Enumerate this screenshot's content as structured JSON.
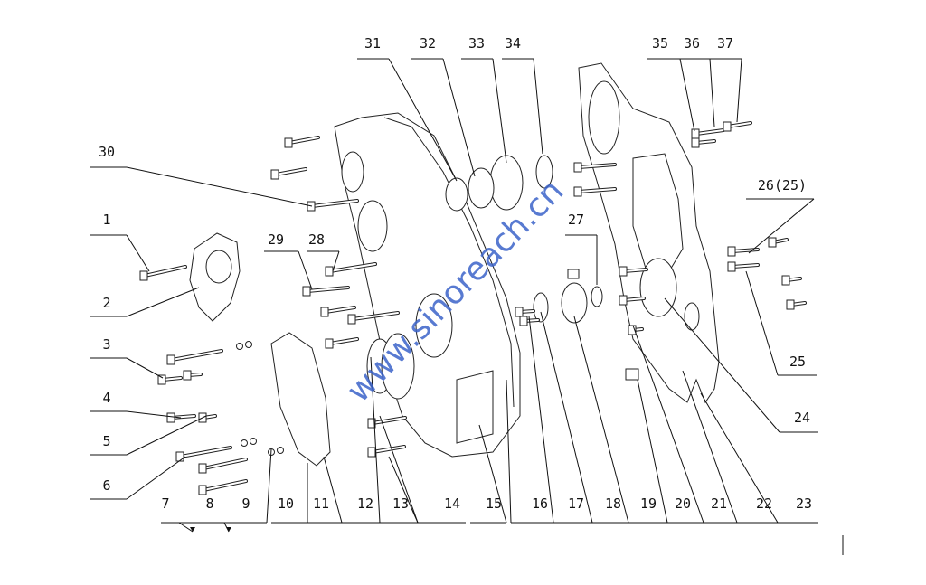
{
  "diagram": {
    "type": "exploded-parts-view",
    "watermark": "www.sinoreach.cn",
    "callouts": [
      "1",
      "2",
      "3",
      "4",
      "5",
      "6",
      "7",
      "8",
      "9",
      "10",
      "11",
      "12",
      "13",
      "14",
      "15",
      "16",
      "17",
      "18",
      "19",
      "20",
      "21",
      "22",
      "23",
      "24",
      "25",
      "26(25)",
      "27",
      "28",
      "29",
      "30",
      "31",
      "32",
      "33",
      "34",
      "35",
      "36",
      "37"
    ],
    "colors": {
      "line": "#222222",
      "watermark": "#3b63c9"
    }
  }
}
